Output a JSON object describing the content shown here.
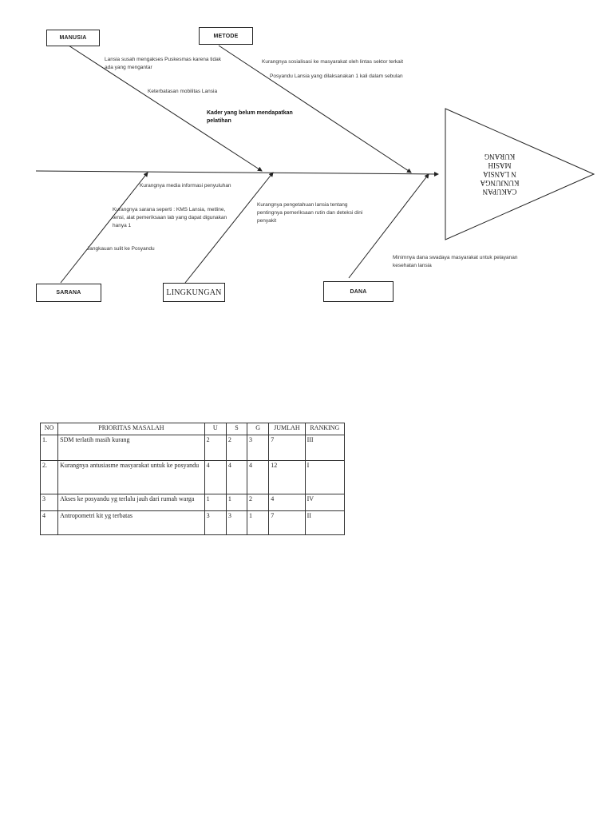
{
  "fishbone": {
    "categories": {
      "manusia": "MANUSIA",
      "metode": "METODE",
      "sarana": "SARANA",
      "lingkungan": "LINGKUNGAN",
      "dana": "DANA"
    },
    "effect": [
      "CAKUPAN",
      "KUNJUNGA",
      "N LANSIA",
      "MASIH",
      "KURANG"
    ],
    "causes": {
      "manusia_1": "Lansia susah mengakses Puskesmas karena tidak ada yang mengantar",
      "manusia_2": "Keterbatasan mobilitas Lansia",
      "manusia_3": "Kader yang belum mendapatkan pelatihan",
      "metode_1": "Kurangnya sosialisasi ke masyarakat oleh lintas sektor terkait",
      "metode_2": "Posyandu Lansia yang dilaksanakan 1 kali dalam sebulan",
      "sarana_1": "Kurangnya media informasi penyuluhan",
      "sarana_2": "Kurangnya sarana seperti : KMS Lansia, metline, tensi, alat pemeriksaan lab yang dapat digunakan hanya 1",
      "sarana_3": "Jangkauan sulit ke Posyandu",
      "lingkungan_1": "Kurangnya pengetahuan lansia tentang pentingnya pemeriksaan rutin dan deteksi dini penyakit",
      "dana_1": "Minimnya dana swadaya masyarakat untuk pelayanan kesehatan lansia"
    }
  },
  "table": {
    "headers": [
      "NO",
      "PRIORITAS MASALAH",
      "U",
      "S",
      "G",
      "JUMLAH",
      "RANKING"
    ],
    "rows": [
      [
        "1.",
        "SDM terlatih masih kurang",
        "2",
        "2",
        "3",
        "7",
        "III"
      ],
      [
        "2.",
        "Kurangnya antusiasme masyarakat untuk ke posyandu",
        "4",
        "4",
        "4",
        "12",
        "I"
      ],
      [
        "3",
        "Akses ke posyandu yg terlalu jauh dari rumah warga",
        "1",
        "1",
        "2",
        "4",
        "IV"
      ],
      [
        "4",
        "Antropometri kit yg terbatas",
        "3",
        "3",
        "1",
        "7",
        "II"
      ]
    ]
  }
}
